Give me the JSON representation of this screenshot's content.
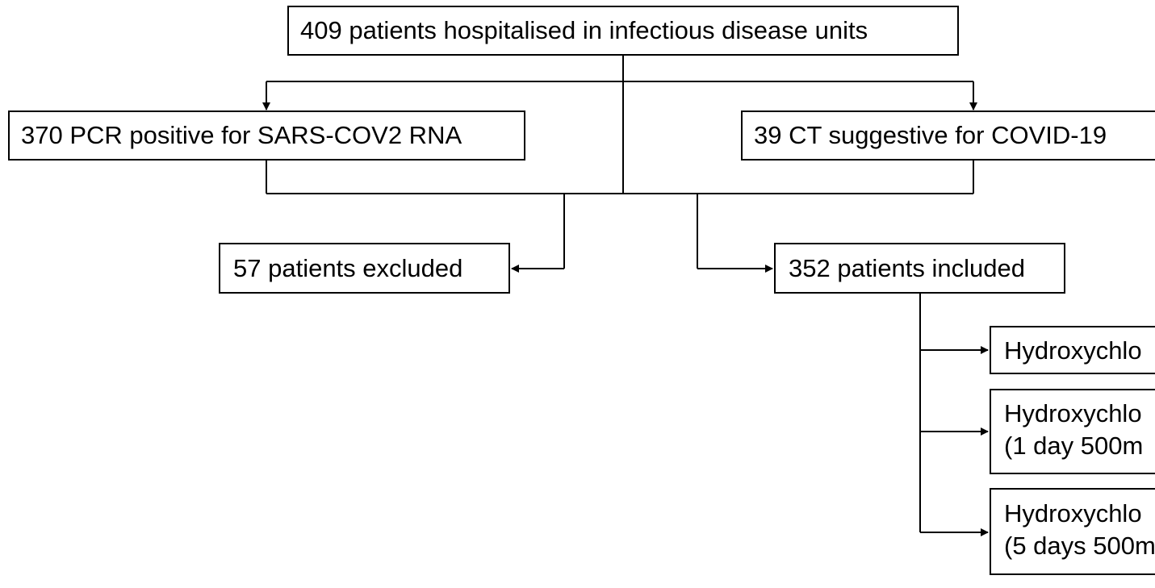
{
  "flowchart": {
    "total": "409 patients hospitalised in infectious disease units",
    "pcr_positive": "370 PCR positive for SARS-COV2 RNA",
    "ct_suggestive": "39 CT suggestive for COVID-19",
    "excluded": "57 patients excluded",
    "included": "352 patients included",
    "arms": [
      {
        "line1": "Hydroxychlo",
        "line2": ""
      },
      {
        "line1": "Hydroxychlo",
        "line2": "(1 day 500m"
      },
      {
        "line1": "Hydroxychlo",
        "line2": "(5 days 500m"
      }
    ]
  },
  "colors": {
    "stroke": "#000000",
    "background": "#ffffff"
  }
}
